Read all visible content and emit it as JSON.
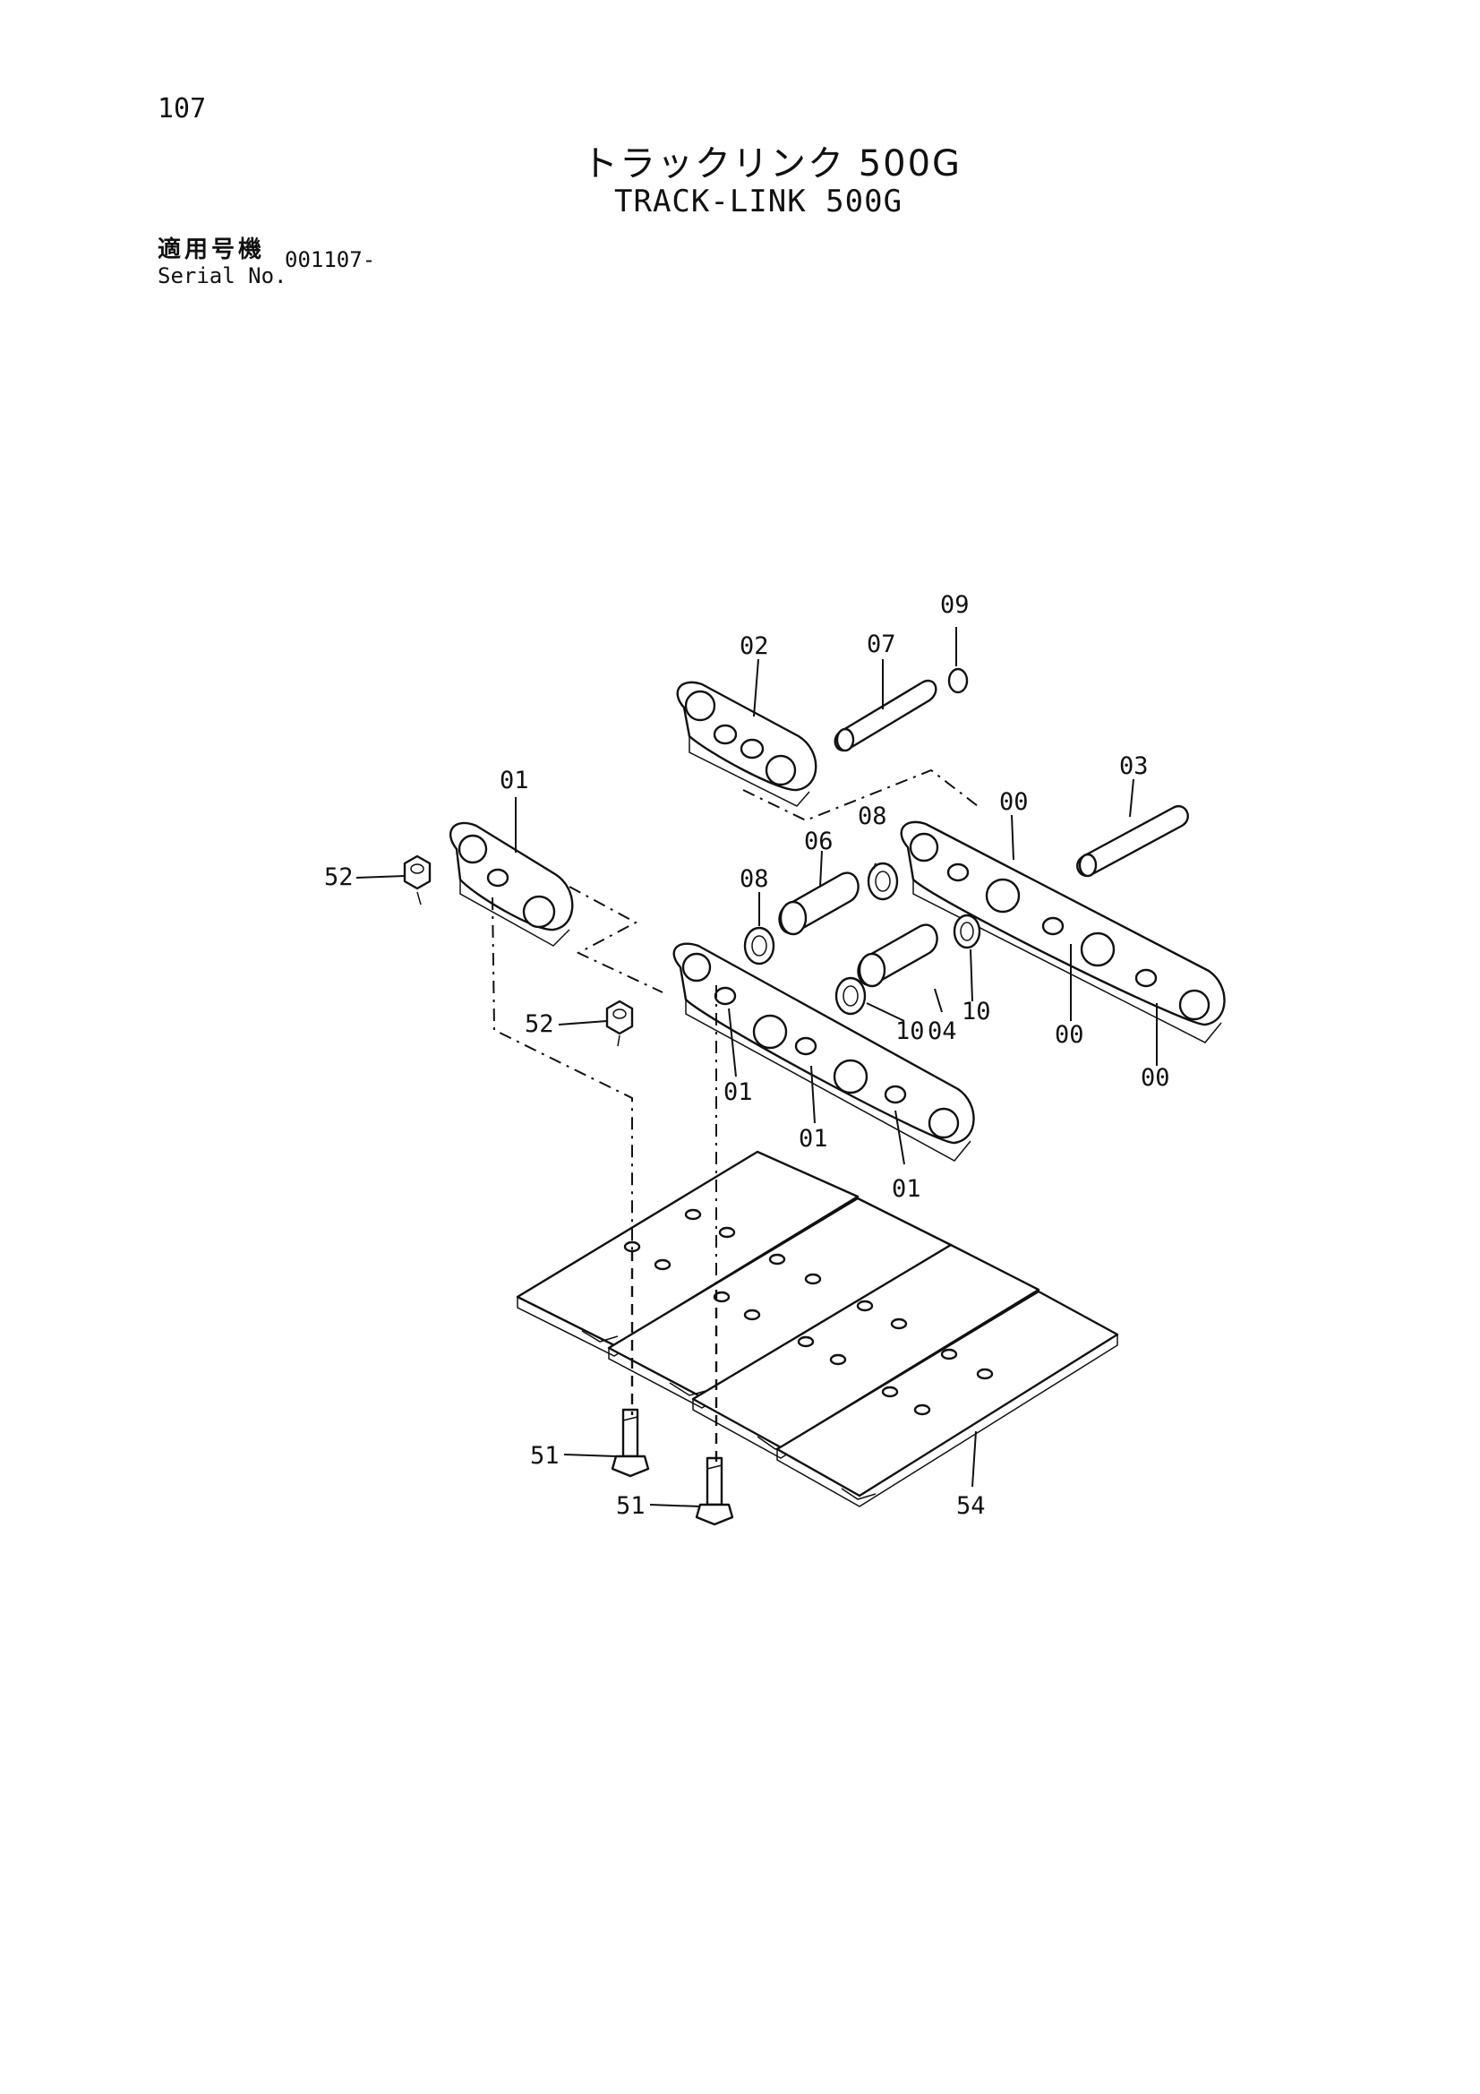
{
  "header": {
    "page_number": "107",
    "title_jp": "トラックリンク 500G",
    "title_en": "TRACK-LINK 500G",
    "serial_label_jp": "適用号機",
    "serial_label_en": "Serial No.",
    "serial_value": "001107-"
  },
  "callouts": {
    "c00a": "00",
    "c00b": "00",
    "c00c": "00",
    "c01a": "01",
    "c01b": "01",
    "c01c": "01",
    "c01d": "01",
    "c02": "02",
    "c03": "03",
    "c04": "04",
    "c06": "06",
    "c07": "07",
    "c08a": "08",
    "c08b": "08",
    "c09": "09",
    "c10a": "10",
    "c10b": "10",
    "c51a": "51",
    "c51b": "51",
    "c52a": "52",
    "c52b": "52",
    "c54": "54"
  }
}
